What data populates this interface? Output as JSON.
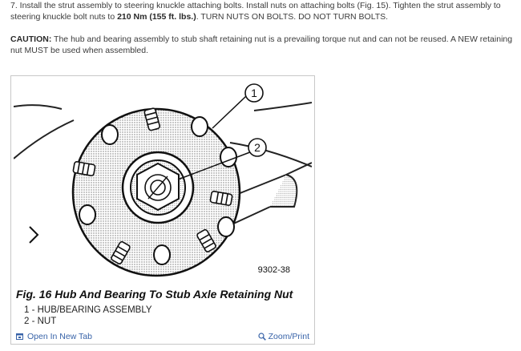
{
  "step": {
    "part1": "7. Install the strut assembly to steering knuckle attaching bolts. Install nuts on attaching bolts (Fig. 15). Tighten the strut assembly to steering knuckle bolt nuts to ",
    "torque": "210 Nm (155 ft. lbs.)",
    "part2": ". TURN NUTS ON BOLTS. DO NOT TURN BOLTS."
  },
  "caution": {
    "label": "CAUTION:",
    "text": " The hub and bearing assembly to stub shaft retaining nut is a prevailing torque nut and can not be reused. A NEW retaining nut MUST be used when assembled."
  },
  "figure": {
    "callout_1": "1",
    "callout_2": "2",
    "code": "9302-38",
    "title": "Fig. 16 Hub And Bearing To Stub Axle Retaining Nut",
    "legend": [
      "1 - HUB/BEARING ASSEMBLY",
      "2 - NUT"
    ]
  },
  "footer": {
    "open_label": "Open In New Tab",
    "zoom_label": "Zoom/Print"
  },
  "icons": {
    "open": "new-tab-icon",
    "zoom": "magnifier-icon"
  },
  "colors": {
    "link": "#3863a8",
    "text": "#3b3b3b"
  }
}
